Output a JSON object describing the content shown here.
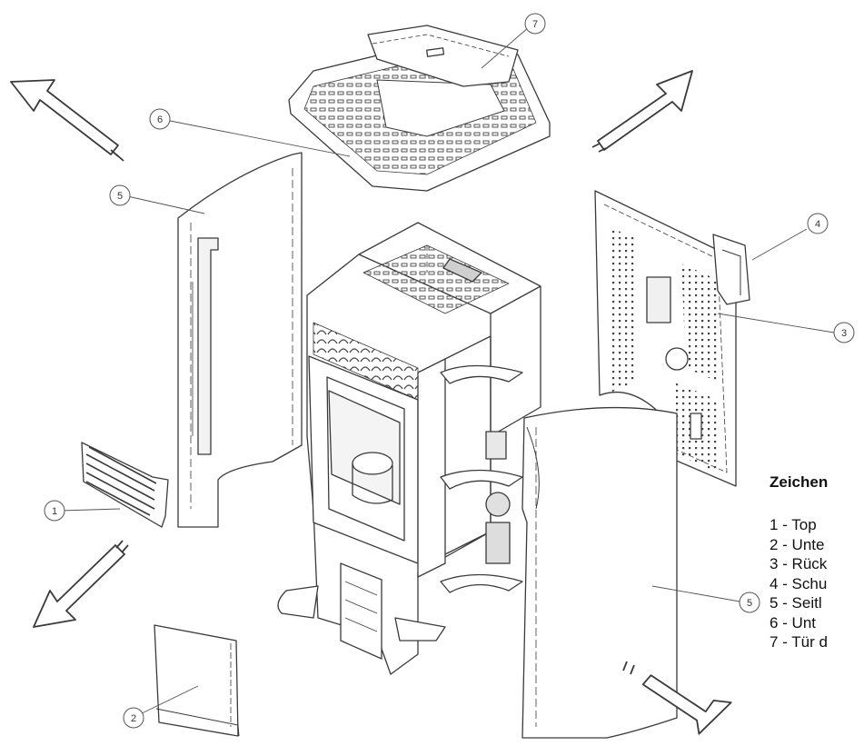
{
  "legend": {
    "title": "Zeichen",
    "items": [
      "1 - Top",
      "2 - Unte",
      "3 - Rück",
      "4 - Schu",
      "5 - Seitl",
      "6  - Unt",
      "7 - Tür d"
    ]
  },
  "callouts": [
    "7",
    "6",
    "5",
    "4",
    "3",
    "1",
    "5",
    "2"
  ],
  "colors": {
    "line": "#3a3a3a",
    "fill": "#ffffff",
    "shade": "#e6e6e6"
  }
}
